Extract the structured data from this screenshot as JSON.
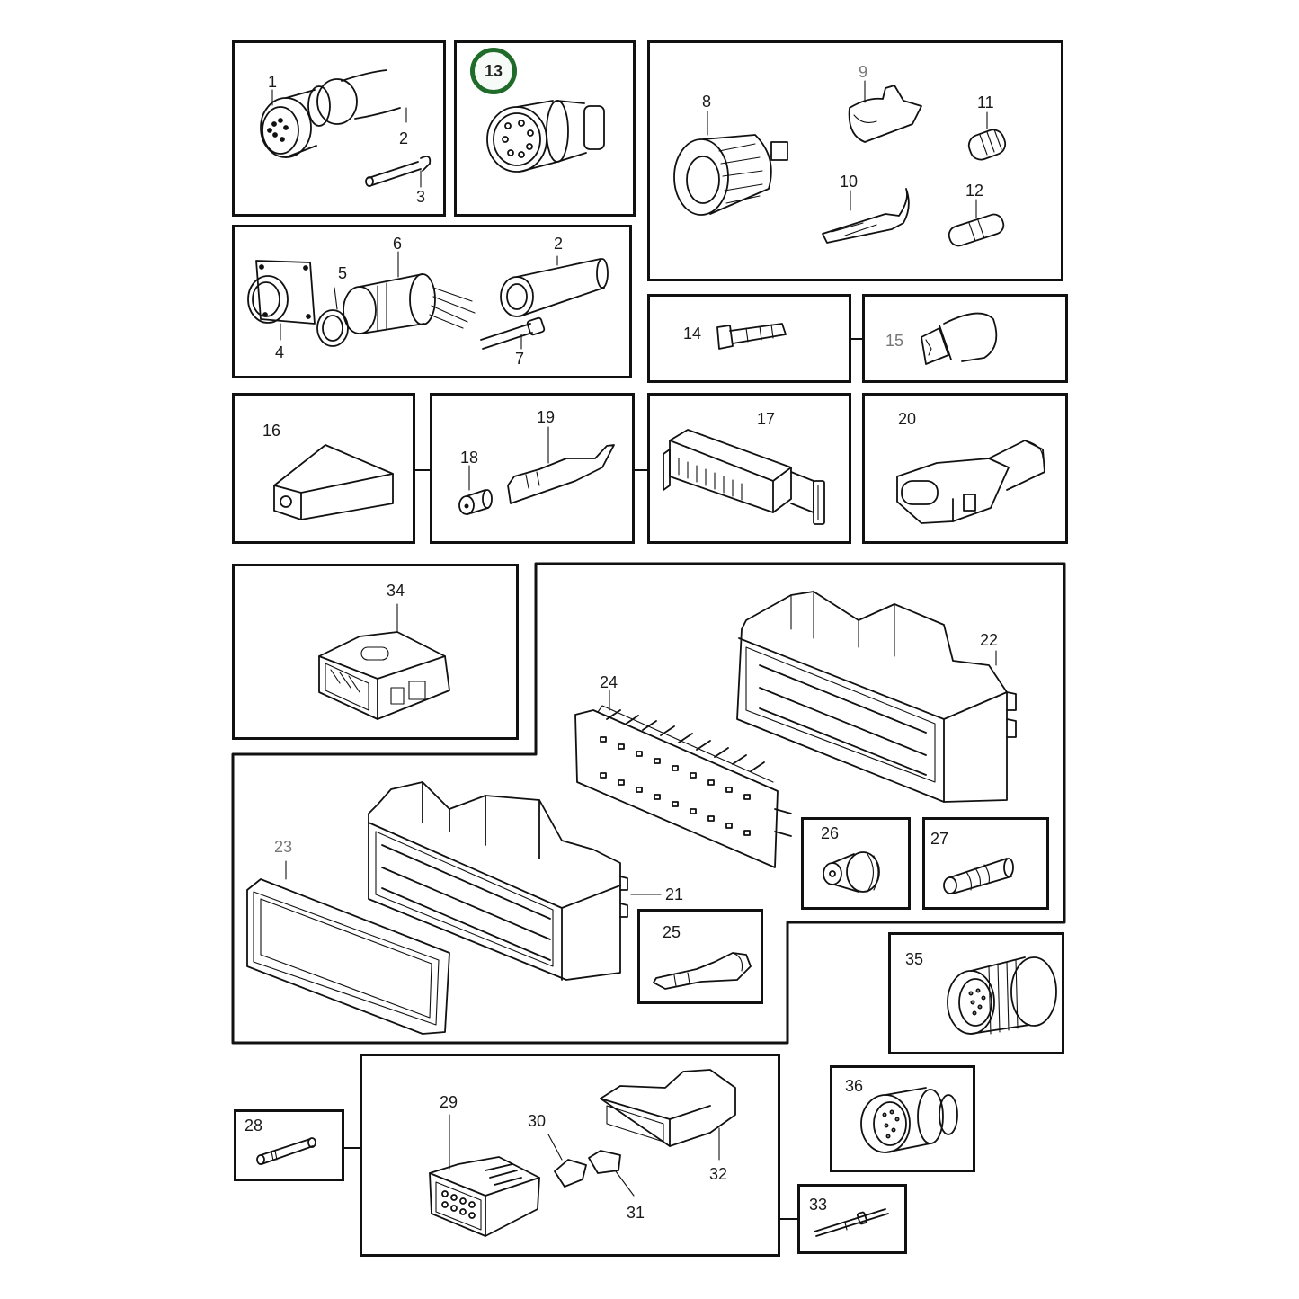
{
  "diagram": {
    "type": "exploded parts illustration",
    "subject": "electrical connectors, terminals and seals",
    "highlighted_item": "13",
    "highlight_color": "#1f6b2a",
    "line_color": "#111111",
    "background": "#ffffff"
  },
  "panels": [
    {
      "id": "p1",
      "items": [
        "1",
        "2",
        "3"
      ]
    },
    {
      "id": "p13",
      "items": [
        "13"
      ]
    },
    {
      "id": "p8",
      "items": [
        "8",
        "9",
        "10",
        "11",
        "12"
      ]
    },
    {
      "id": "p4",
      "items": [
        "4",
        "5",
        "6",
        "2",
        "7"
      ]
    },
    {
      "id": "p14",
      "items": [
        "14"
      ]
    },
    {
      "id": "p15",
      "items": [
        "15"
      ]
    },
    {
      "id": "p16",
      "items": [
        "16"
      ]
    },
    {
      "id": "p18",
      "items": [
        "18",
        "19"
      ]
    },
    {
      "id": "p17",
      "items": [
        "17"
      ]
    },
    {
      "id": "p20",
      "items": [
        "20"
      ]
    },
    {
      "id": "p34",
      "items": [
        "34"
      ]
    },
    {
      "id": "p21",
      "items": [
        "21",
        "22",
        "23",
        "24",
        "25",
        "26",
        "27"
      ]
    },
    {
      "id": "p25",
      "items": [
        "25"
      ]
    },
    {
      "id": "p26",
      "items": [
        "26"
      ]
    },
    {
      "id": "p27",
      "items": [
        "27"
      ]
    },
    {
      "id": "p35",
      "items": [
        "35"
      ]
    },
    {
      "id": "p28",
      "items": [
        "28"
      ]
    },
    {
      "id": "p29",
      "items": [
        "29",
        "30",
        "31",
        "32"
      ]
    },
    {
      "id": "p36",
      "items": [
        "36"
      ]
    },
    {
      "id": "p33",
      "items": [
        "33"
      ]
    }
  ],
  "labels": {
    "l1": "1",
    "l2a": "2",
    "l3": "3",
    "l13": "13",
    "l8": "8",
    "l9": "9",
    "l10": "10",
    "l11": "11",
    "l12": "12",
    "l4": "4",
    "l5": "5",
    "l6": "6",
    "l2b": "2",
    "l7": "7",
    "l14": "14",
    "l15": "15",
    "l16": "16",
    "l18": "18",
    "l19": "19",
    "l17": "17",
    "l20": "20",
    "l34": "34",
    "l22": "22",
    "l24": "24",
    "l23": "23",
    "l21": "21",
    "l25": "25",
    "l26": "26",
    "l27": "27",
    "l35": "35",
    "l28": "28",
    "l29": "29",
    "l30": "30",
    "l31": "31",
    "l32": "32",
    "l36": "36",
    "l33": "33"
  }
}
